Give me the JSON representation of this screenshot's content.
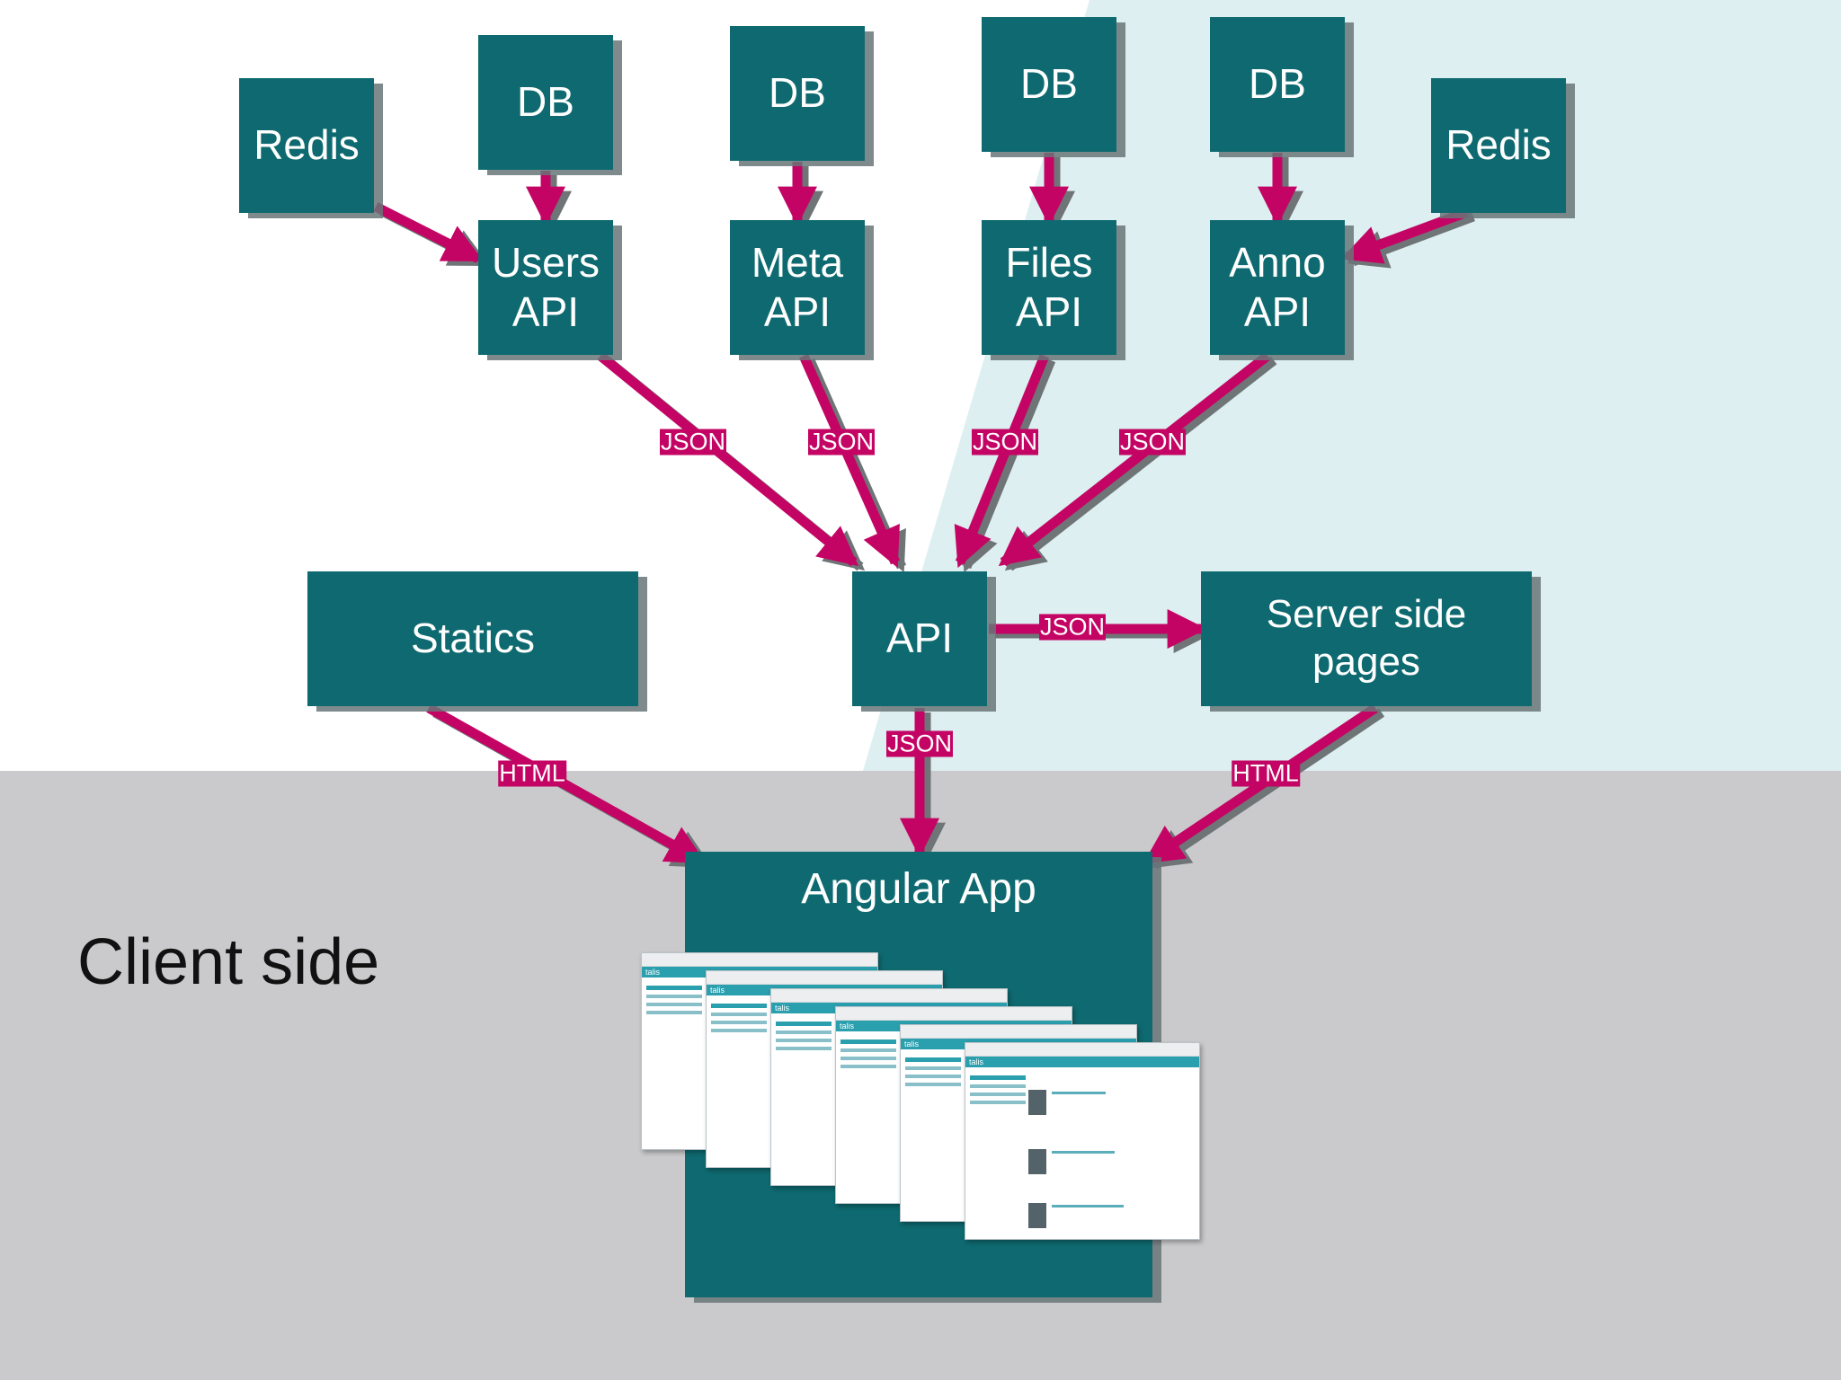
{
  "regions": {
    "client_label": "Client side",
    "colors": {
      "server_tint": "#ddeff1",
      "client_bg": "#cacacc",
      "node": "#0e6a70",
      "arrow": "#c40464"
    }
  },
  "nodes": [
    {
      "id": "redis-left",
      "label": "Redis"
    },
    {
      "id": "db-1",
      "label": "DB"
    },
    {
      "id": "db-2",
      "label": "DB"
    },
    {
      "id": "db-3",
      "label": "DB"
    },
    {
      "id": "db-4",
      "label": "DB"
    },
    {
      "id": "redis-right",
      "label": "Redis"
    },
    {
      "id": "users-api",
      "label": "Users\nAPI"
    },
    {
      "id": "meta-api",
      "label": "Meta\nAPI"
    },
    {
      "id": "files-api",
      "label": "Files\nAPI"
    },
    {
      "id": "anno-api",
      "label": "Anno\nAPI"
    },
    {
      "id": "statics",
      "label": "Statics"
    },
    {
      "id": "api",
      "label": "API"
    },
    {
      "id": "server-pages",
      "label": "Server side\npages"
    }
  ],
  "angular_app": {
    "title": "Angular App",
    "screenshot_brand": "talis",
    "screenshot_count": 6
  },
  "edges": [
    {
      "from": "redis-left",
      "to": "users-api",
      "label": ""
    },
    {
      "from": "db-1",
      "to": "users-api",
      "label": ""
    },
    {
      "from": "db-2",
      "to": "meta-api",
      "label": ""
    },
    {
      "from": "db-3",
      "to": "files-api",
      "label": ""
    },
    {
      "from": "db-4",
      "to": "anno-api",
      "label": ""
    },
    {
      "from": "redis-right",
      "to": "anno-api",
      "label": ""
    },
    {
      "from": "users-api",
      "to": "api",
      "label": "JSON"
    },
    {
      "from": "meta-api",
      "to": "api",
      "label": "JSON"
    },
    {
      "from": "files-api",
      "to": "api",
      "label": "JSON"
    },
    {
      "from": "anno-api",
      "to": "api",
      "label": "JSON"
    },
    {
      "from": "api",
      "to": "server-pages",
      "label": "JSON"
    },
    {
      "from": "api",
      "to": "angular-app",
      "label": "JSON"
    },
    {
      "from": "statics",
      "to": "angular-app",
      "label": "HTML"
    },
    {
      "from": "server-pages",
      "to": "angular-app",
      "label": "HTML"
    }
  ]
}
